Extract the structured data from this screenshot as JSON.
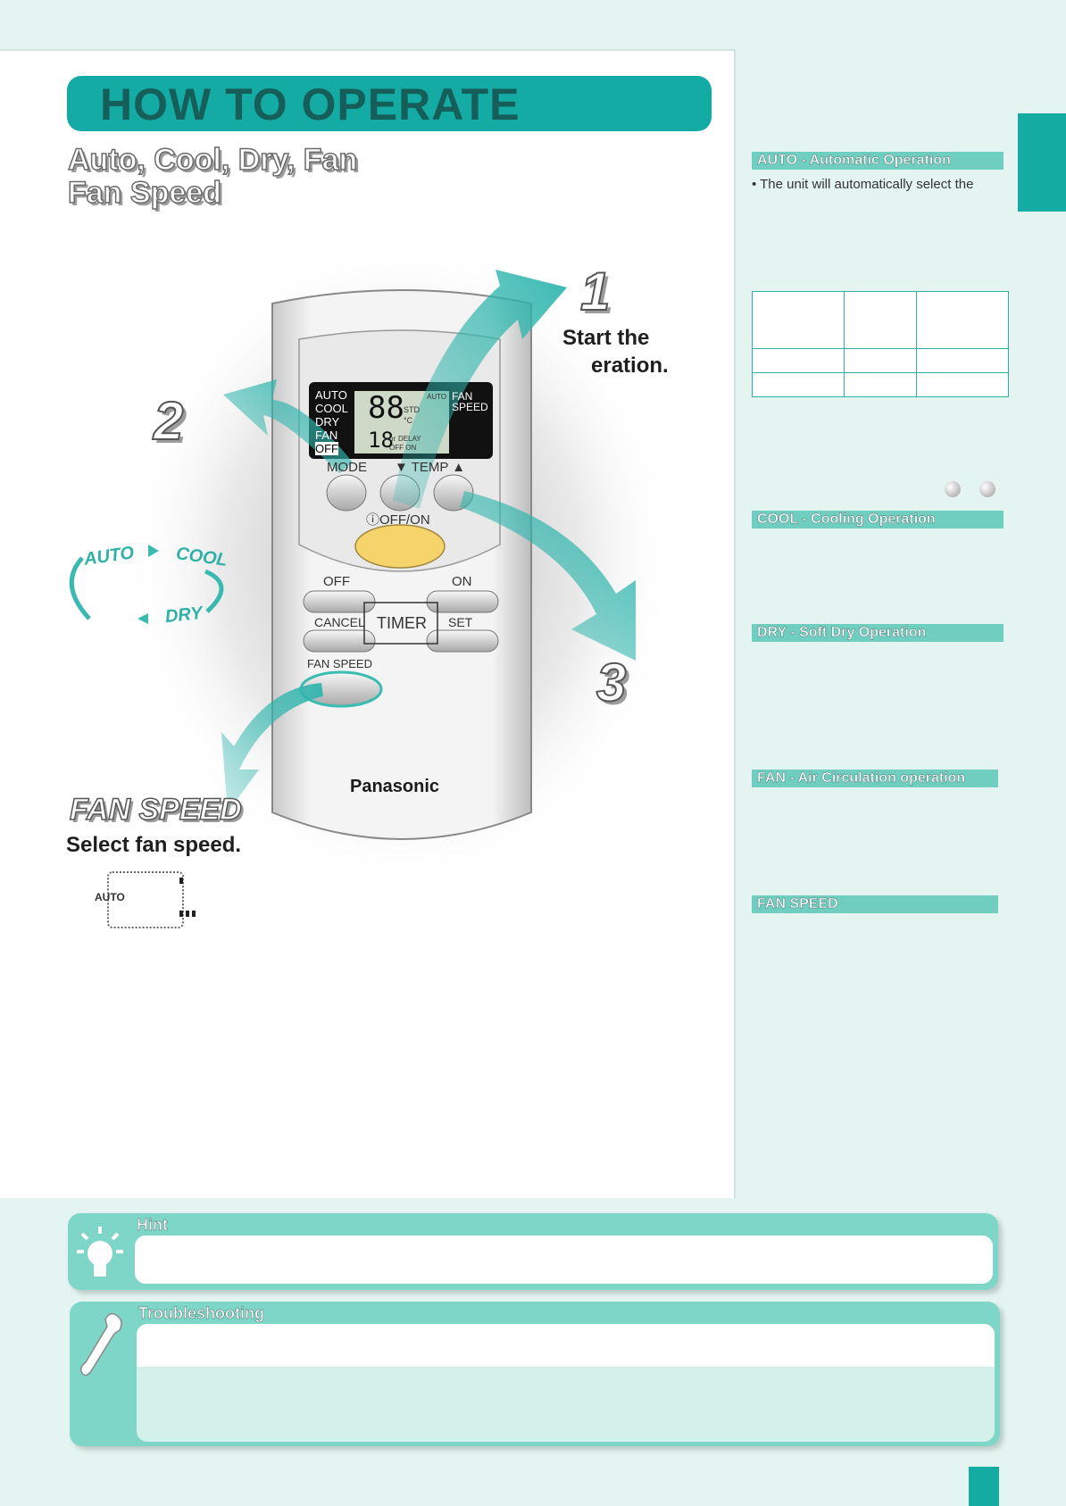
{
  "title": "HOW TO OPERATE",
  "subtitle_line1": "Auto, Cool, Dry, Fan",
  "subtitle_line2": "Fan Speed",
  "steps": {
    "step1_number": "1",
    "step1_line1": "Start the",
    "step1_line2": "eration.",
    "step2_number": "2",
    "step3_number": "3"
  },
  "fan_speed": {
    "heading": "FAN SPEED",
    "description": "Select fan speed.",
    "display_label": "AUTO"
  },
  "mode_cycle": {
    "auto": "AUTO",
    "cool": "COOL",
    "dry": "DRY"
  },
  "remote": {
    "lcd_modes": [
      "AUTO",
      "COOL",
      "DRY",
      "FAN",
      "OFF"
    ],
    "lcd_digits_top": "88",
    "lcd_digits_bottom": "18",
    "lcd_std": "STD",
    "lcd_celsius": "°C",
    "lcd_hr": "hr",
    "lcd_delay": "DELAY",
    "lcd_offon": "OFF ON",
    "lcd_auto": "AUTO",
    "lcd_fan_speed_line1": "FAN",
    "lcd_fan_speed_line2": "SPEED",
    "mode_label": "MODE",
    "temp_label": "▼ TEMP ▲",
    "offon_label": "ⓘOFF/ON",
    "off_label": "OFF",
    "on_label": "ON",
    "cancel_label": "CANCEL",
    "timer_label": "TIMER",
    "set_label": "SET",
    "fan_speed_label": "FAN SPEED",
    "brand": "Panasonic"
  },
  "sidebar": {
    "auto_heading": "AUTO - Automatic Operation",
    "auto_bullet": "•  The unit will automatically select the",
    "cool_heading": "COOL - Cooling Operation",
    "dry_heading": "DRY - Soft Dry Operation",
    "fan_heading": "FAN - Air Circulation operation",
    "fan_speed_heading": "FAN SPEED"
  },
  "hint": {
    "label": "Hint"
  },
  "troubleshooting": {
    "label": "Troubleshooting"
  },
  "colors": {
    "accent": "#13aba3",
    "panel_light": "#7ed6c8",
    "title_text": "#165e5a",
    "background": "#e4f4f1"
  }
}
